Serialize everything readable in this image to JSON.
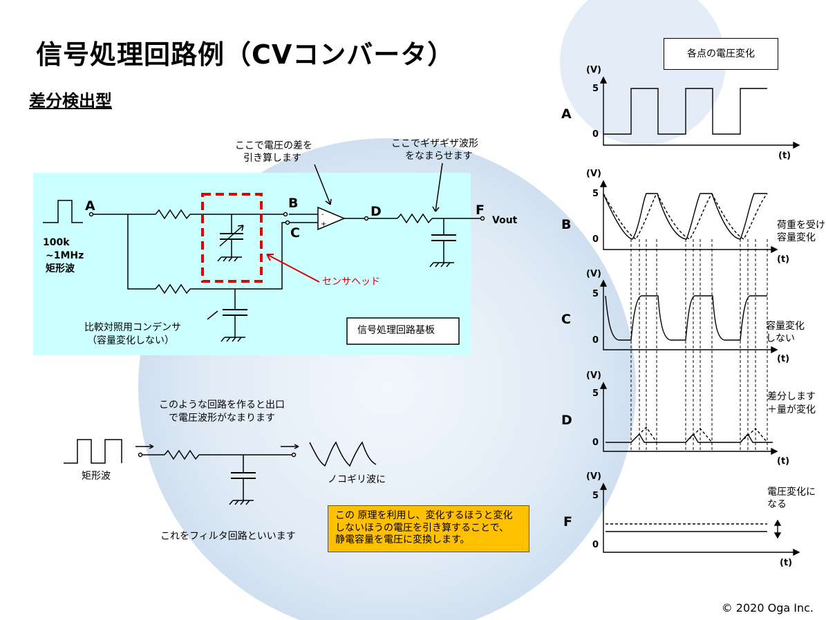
{
  "title": "信号処理回路例（CVコンバータ）",
  "subtitle": "差分検出型",
  "circuit": {
    "node_a": "A",
    "node_b": "B",
    "node_c": "C",
    "node_d": "D",
    "node_f": "F",
    "vout": "Vout",
    "input_desc": [
      "100k",
      "~1MHz",
      "矩形波"
    ],
    "annotation_diff": [
      "ここで電圧の差を",
      "引き算します"
    ],
    "annotation_smooth": [
      "ここでギザギザ波形",
      "をなまらせます"
    ],
    "sensor_head": "センサヘッド",
    "ref_cap": [
      "比較対照用コンデンサ",
      "（容量変化しない）"
    ],
    "board_label": "信号処理回路基板"
  },
  "filter": {
    "caption": [
      "このような回路を作ると出口",
      "で電圧波形がなまります"
    ],
    "input_label": "矩形波",
    "output_label": "ノコギリ波に",
    "footer": "これをフィルタ回路といいます"
  },
  "principle": [
    "この 原理を利用し、変化するほうと変化",
    "しないほうの電圧を引き算することで、",
    "静電容量を電圧に変換します。"
  ],
  "waveforms": {
    "header": "各点の電圧変化",
    "v_unit": "(V)",
    "t_unit": "(t)",
    "v_high": "5",
    "v_zero": "0",
    "a_label": "A",
    "b_label": "B",
    "c_label": "C",
    "d_label": "D",
    "f_label": "F",
    "b_note": [
      "荷重を受け",
      "容量変化"
    ],
    "c_note": [
      "容量変化",
      "しない"
    ],
    "d_note": [
      "差分します",
      "＋量が変化"
    ],
    "f_note": [
      "電圧変化に",
      "なる"
    ]
  },
  "copyright": "© 2020 Oga Inc.",
  "colors": {
    "panel": "#ccffff",
    "sensor": "#e00000",
    "highlight": "#ffc000"
  }
}
